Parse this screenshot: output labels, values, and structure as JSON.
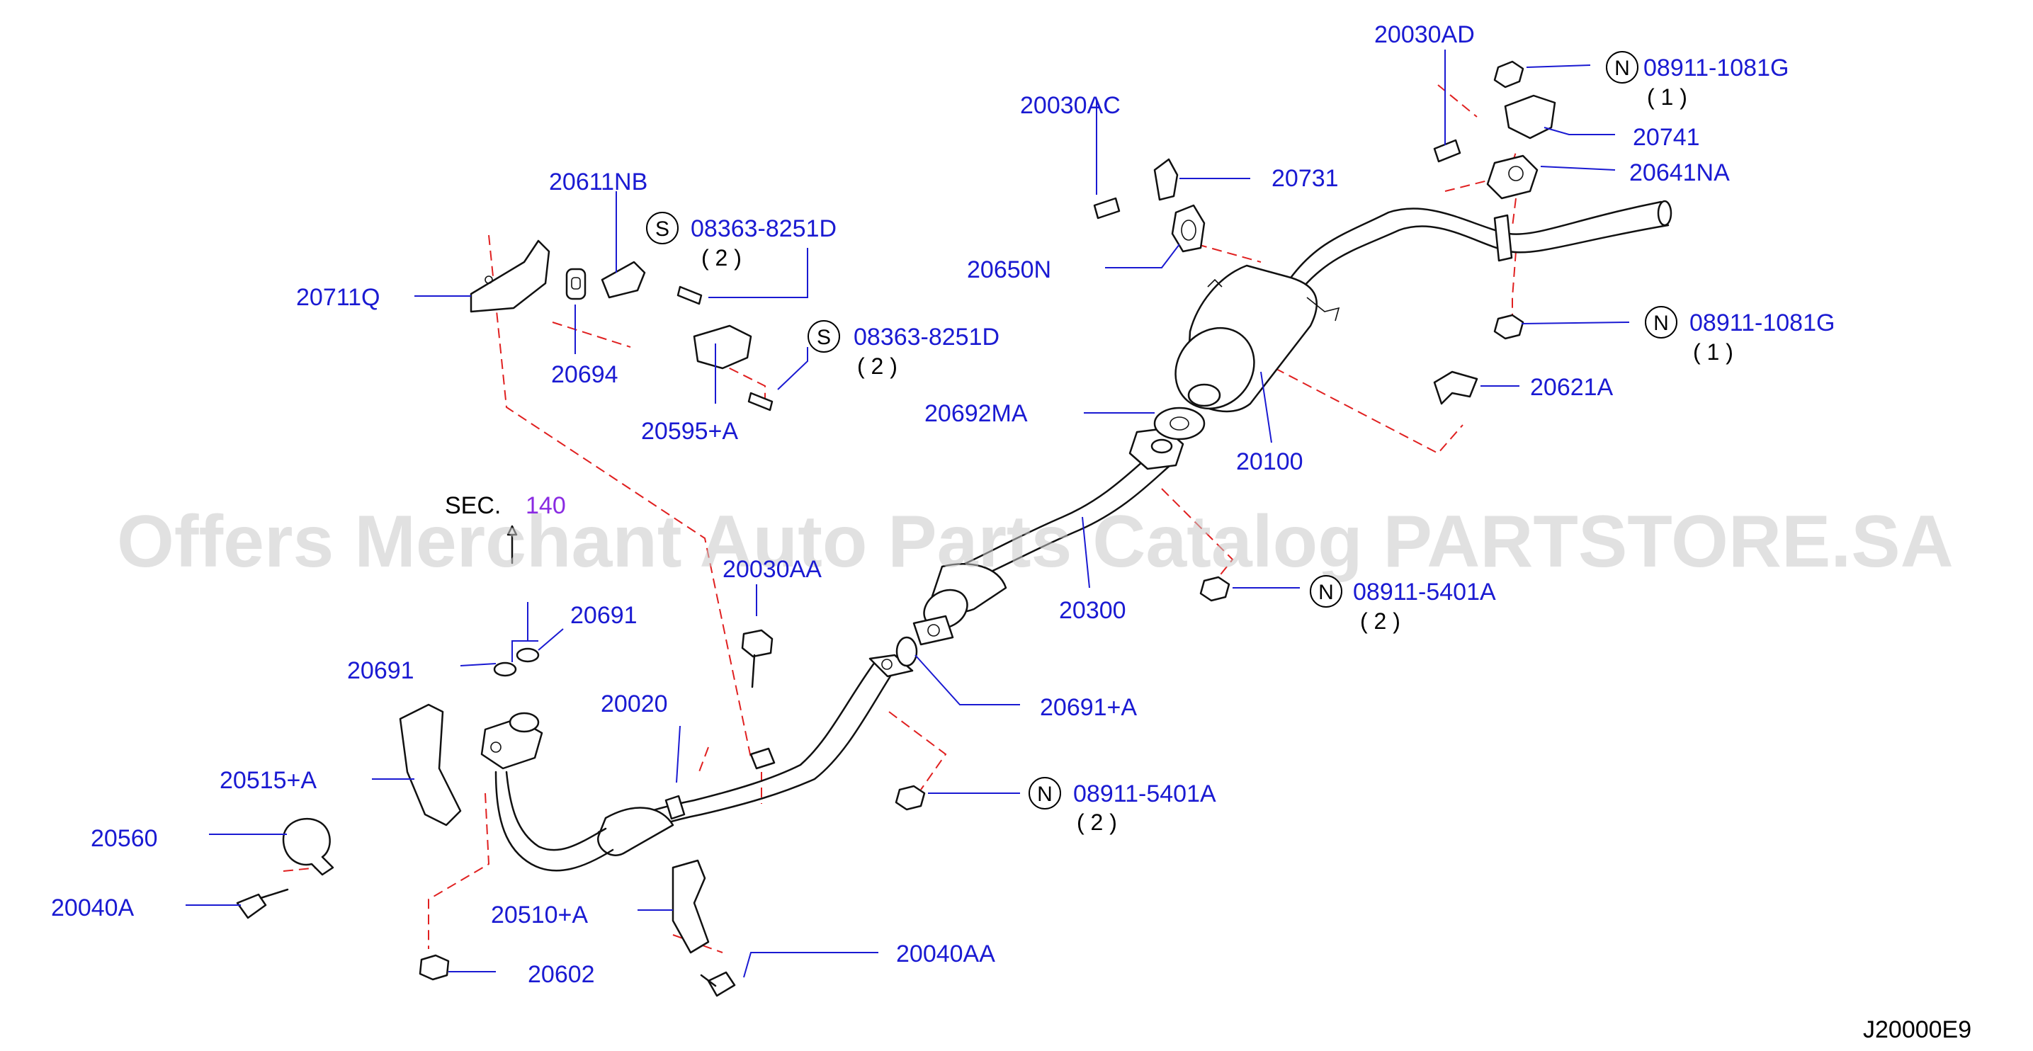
{
  "watermark": "Offers Merchant Auto Parts Catalog PARTSTORE.SA",
  "diagram_code": "J20000E9",
  "section_ref": {
    "prefix": "SEC.",
    "number": "140"
  },
  "labels": {
    "p20030AD": "20030AD",
    "p20030AC": "20030AC",
    "p20731": "20731",
    "p20741": "20741",
    "p20641NA": "20641NA",
    "p20650N": "20650N",
    "p20611NB": "20611NB",
    "p20711Q": "20711Q",
    "p20694": "20694",
    "p20595A": "20595+A",
    "p20692MA": "20692MA",
    "p20100": "20100",
    "p20621A": "20621A",
    "p20030AA": "20030AA",
    "p20300": "20300",
    "p20691a": "20691",
    "p20691b": "20691",
    "p20691A": "20691+A",
    "p20020": "20020",
    "p20515A": "20515+A",
    "p20560": "20560",
    "p20040A": "20040A",
    "p20510A": "20510+A",
    "p20040AA": "20040AA",
    "p20602": "20602"
  },
  "callouts": [
    {
      "prefix": "N",
      "part": "08911-1081G",
      "qty": "( 1 )"
    },
    {
      "prefix": "S",
      "part": "08363-8251D",
      "qty": "( 2 )"
    },
    {
      "prefix": "S",
      "part": "08363-8251D",
      "qty": "( 2 )"
    },
    {
      "prefix": "N",
      "part": "08911-1081G",
      "qty": "( 1 )"
    },
    {
      "prefix": "N",
      "part": "08911-5401A",
      "qty": "( 2 )"
    },
    {
      "prefix": "N",
      "part": "08911-5401A",
      "qty": "( 2 )"
    }
  ],
  "colors": {
    "label": "#1a1ad2",
    "dashed_guide": "#e02020",
    "section_number": "#8a2be2",
    "watermark": "#c8c8c8"
  }
}
